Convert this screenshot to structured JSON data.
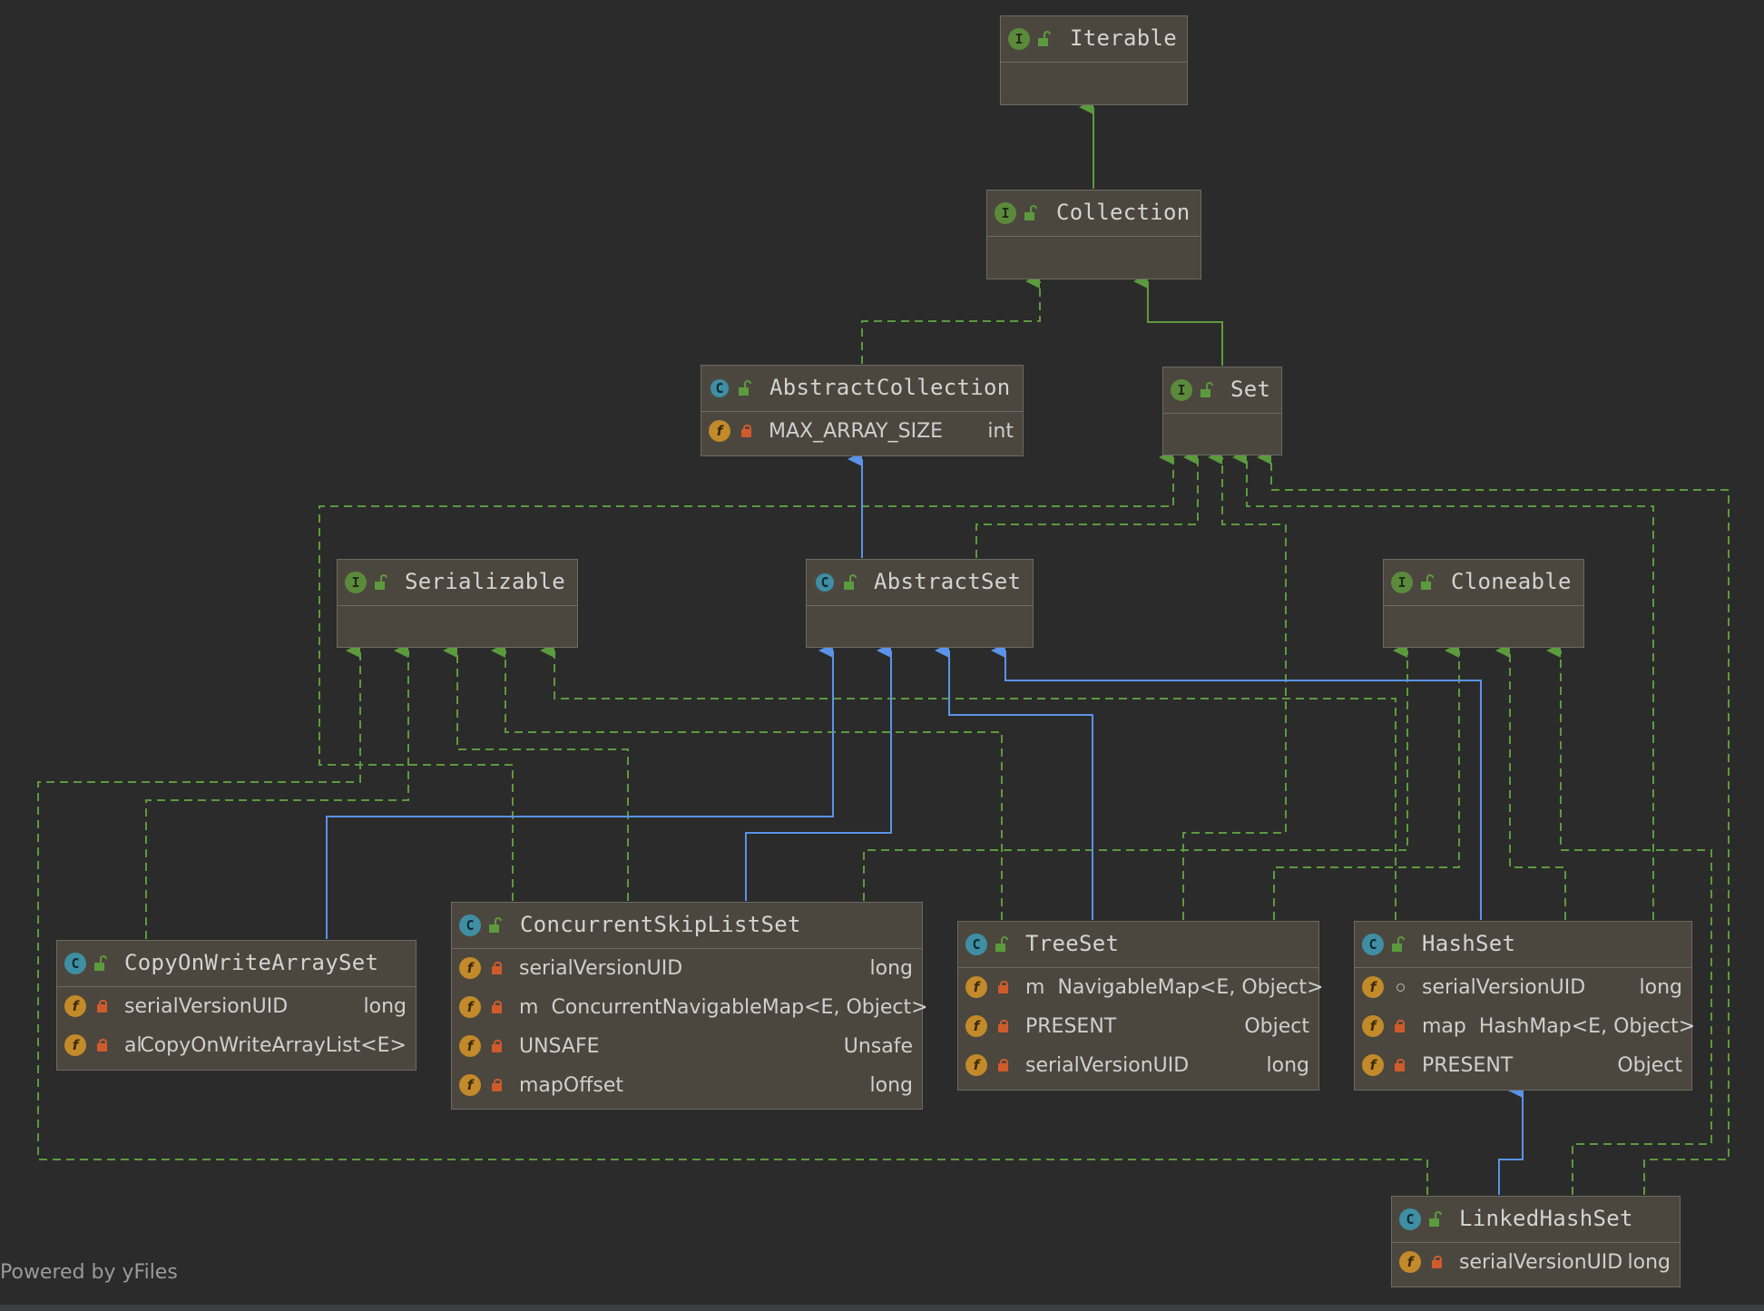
{
  "colors": {
    "background": "#2b2b2b",
    "node_fill": "#4b473e",
    "node_border": "#6c6a63",
    "implements_edge": "#5c9a3e",
    "extends_edge": "#5a93e8"
  },
  "nodes": {
    "iterable": {
      "name": "Iterable",
      "kind_icon": "interface-icon",
      "kind_letter": "I",
      "fields": []
    },
    "collection": {
      "name": "Collection",
      "kind_icon": "interface-icon",
      "kind_letter": "I",
      "fields": []
    },
    "abstract_collection": {
      "name": "AbstractCollection",
      "kind_icon": "abstract-class-icon",
      "kind_letter": "C",
      "fields": [
        {
          "name": "MAX_ARRAY_SIZE",
          "type": "int"
        }
      ]
    },
    "set": {
      "name": "Set",
      "kind_icon": "interface-icon",
      "kind_letter": "I",
      "fields": []
    },
    "serializable": {
      "name": "Serializable",
      "kind_icon": "interface-icon",
      "kind_letter": "I",
      "fields": []
    },
    "abstract_set": {
      "name": "AbstractSet",
      "kind_icon": "abstract-class-icon",
      "kind_letter": "C",
      "fields": []
    },
    "cloneable": {
      "name": "Cloneable",
      "kind_icon": "interface-icon",
      "kind_letter": "I",
      "fields": []
    },
    "copy_on_write_array_set": {
      "name": "CopyOnWriteArraySet",
      "kind_icon": "class-icon",
      "kind_letter": "C",
      "fields": [
        {
          "name": "serialVersionUID",
          "type": "long"
        },
        {
          "name": "al",
          "type": "CopyOnWriteArrayList<E>"
        }
      ]
    },
    "concurrent_skip_list_set": {
      "name": "ConcurrentSkipListSet",
      "kind_icon": "class-icon",
      "kind_letter": "C",
      "fields": [
        {
          "name": "serialVersionUID",
          "type": "long"
        },
        {
          "name": "m",
          "type": "ConcurrentNavigableMap<E, Object>"
        },
        {
          "name": "UNSAFE",
          "type": "Unsafe"
        },
        {
          "name": "mapOffset",
          "type": "long"
        }
      ]
    },
    "tree_set": {
      "name": "TreeSet",
      "kind_icon": "class-icon",
      "kind_letter": "C",
      "fields": [
        {
          "name": "m",
          "type": "NavigableMap<E, Object>"
        },
        {
          "name": "PRESENT",
          "type": "Object"
        },
        {
          "name": "serialVersionUID",
          "type": "long"
        }
      ]
    },
    "hash_set": {
      "name": "HashSet",
      "kind_icon": "class-icon",
      "kind_letter": "C",
      "fields": [
        {
          "name": "serialVersionUID",
          "type": "long"
        },
        {
          "name": "map",
          "type": "HashMap<E, Object>"
        },
        {
          "name": "PRESENT",
          "type": "Object"
        }
      ]
    },
    "linked_hash_set": {
      "name": "LinkedHashSet",
      "kind_icon": "class-icon",
      "kind_letter": "C",
      "fields": [
        {
          "name": "serialVersionUID",
          "type": "long"
        }
      ]
    }
  },
  "edges": [
    {
      "from": "Collection",
      "to": "Iterable",
      "relation": "extends"
    },
    {
      "from": "AbstractCollection",
      "to": "Collection",
      "relation": "implements"
    },
    {
      "from": "Set",
      "to": "Collection",
      "relation": "extends"
    },
    {
      "from": "AbstractSet",
      "to": "AbstractCollection",
      "relation": "extends"
    },
    {
      "from": "AbstractSet",
      "to": "Set",
      "relation": "implements"
    },
    {
      "from": "CopyOnWriteArraySet",
      "to": "AbstractSet",
      "relation": "extends"
    },
    {
      "from": "CopyOnWriteArraySet",
      "to": "Serializable",
      "relation": "implements"
    },
    {
      "from": "ConcurrentSkipListSet",
      "to": "AbstractSet",
      "relation": "extends"
    },
    {
      "from": "ConcurrentSkipListSet",
      "to": "Serializable",
      "relation": "implements"
    },
    {
      "from": "ConcurrentSkipListSet",
      "to": "Cloneable",
      "relation": "implements"
    },
    {
      "from": "TreeSet",
      "to": "AbstractSet",
      "relation": "extends"
    },
    {
      "from": "TreeSet",
      "to": "Serializable",
      "relation": "implements"
    },
    {
      "from": "TreeSet",
      "to": "Cloneable",
      "relation": "implements"
    },
    {
      "from": "TreeSet",
      "to": "Set",
      "relation": "implements"
    },
    {
      "from": "HashSet",
      "to": "AbstractSet",
      "relation": "extends"
    },
    {
      "from": "HashSet",
      "to": "Serializable",
      "relation": "implements"
    },
    {
      "from": "HashSet",
      "to": "Cloneable",
      "relation": "implements"
    },
    {
      "from": "HashSet",
      "to": "Set",
      "relation": "implements"
    },
    {
      "from": "LinkedHashSet",
      "to": "HashSet",
      "relation": "extends"
    },
    {
      "from": "LinkedHashSet",
      "to": "Serializable",
      "relation": "implements"
    },
    {
      "from": "LinkedHashSet",
      "to": "Cloneable",
      "relation": "implements"
    },
    {
      "from": "LinkedHashSet",
      "to": "Set",
      "relation": "implements"
    }
  ],
  "footer": "Powered by yFiles"
}
